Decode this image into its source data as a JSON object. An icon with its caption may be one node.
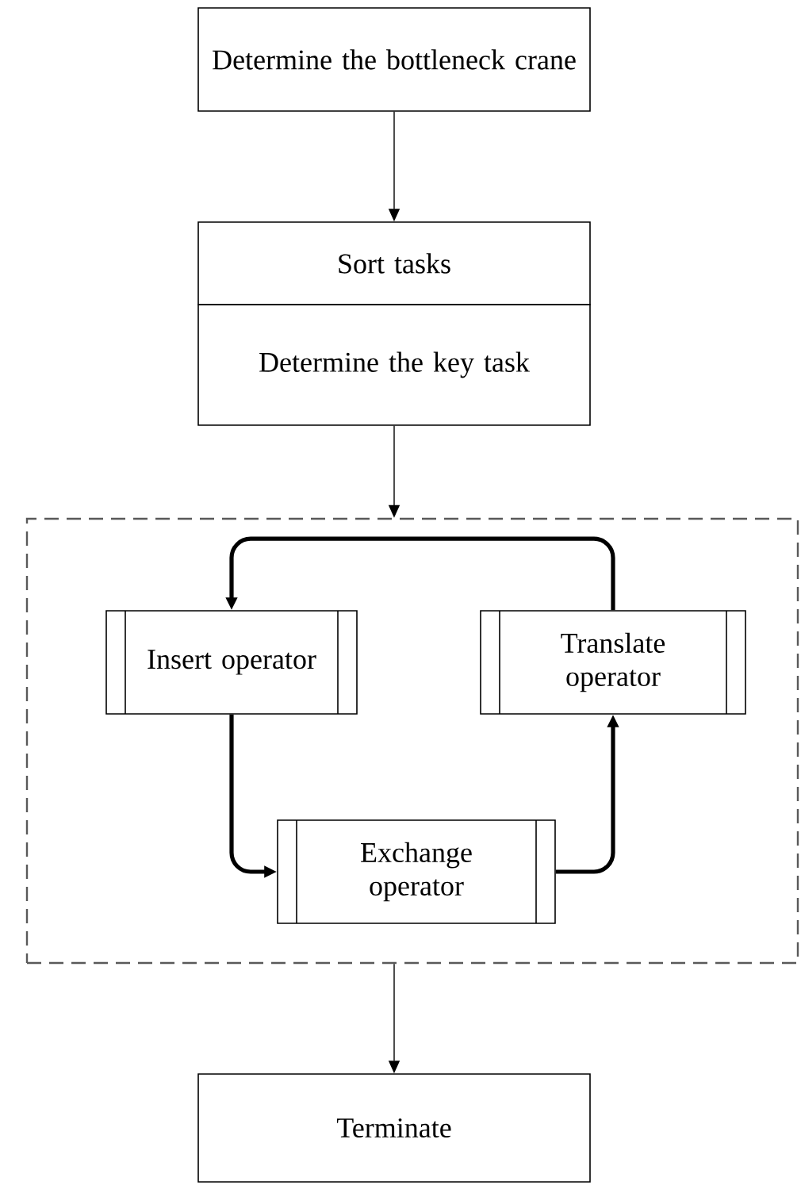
{
  "diagram": {
    "nodes": [
      {
        "text": [
          "Determine the bottleneck crane"
        ]
      },
      {
        "text": [
          "Sort tasks"
        ]
      },
      {
        "text": [
          "Determine the key task"
        ]
      },
      {
        "text": [],
        "shape": "box"
      },
      {
        "text": [
          "Insert operator"
        ],
        "in": 3
      },
      {
        "text": [
          "Translate operator"
        ],
        "in": 3
      },
      {
        "text": [
          "Exchange operator"
        ],
        "in": 3
      },
      {
        "text": [
          "Terminate"
        ]
      }
    ],
    "edges": [
      {
        "from": 0,
        "to": 1,
        "arrow": "to"
      },
      {
        "from": 2,
        "to": 3,
        "arrow": "to"
      },
      {
        "from": 5,
        "to": 4,
        "arrow": "to",
        "style": "thick"
      },
      {
        "from": 4,
        "to": 6,
        "arrow": "to",
        "style": "thick"
      },
      {
        "from": 6,
        "to": 5,
        "arrow": "to",
        "style": "thick"
      },
      {
        "from": 3,
        "to": 7,
        "arrow": "to"
      }
    ]
  }
}
